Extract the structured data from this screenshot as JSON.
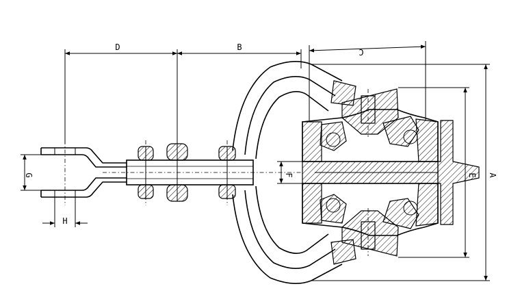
{
  "dimensions": {
    "A": "A",
    "B": "B",
    "C": "C",
    "D": "D",
    "E": "E",
    "F": "F",
    "G": "G",
    "H": "H"
  }
}
